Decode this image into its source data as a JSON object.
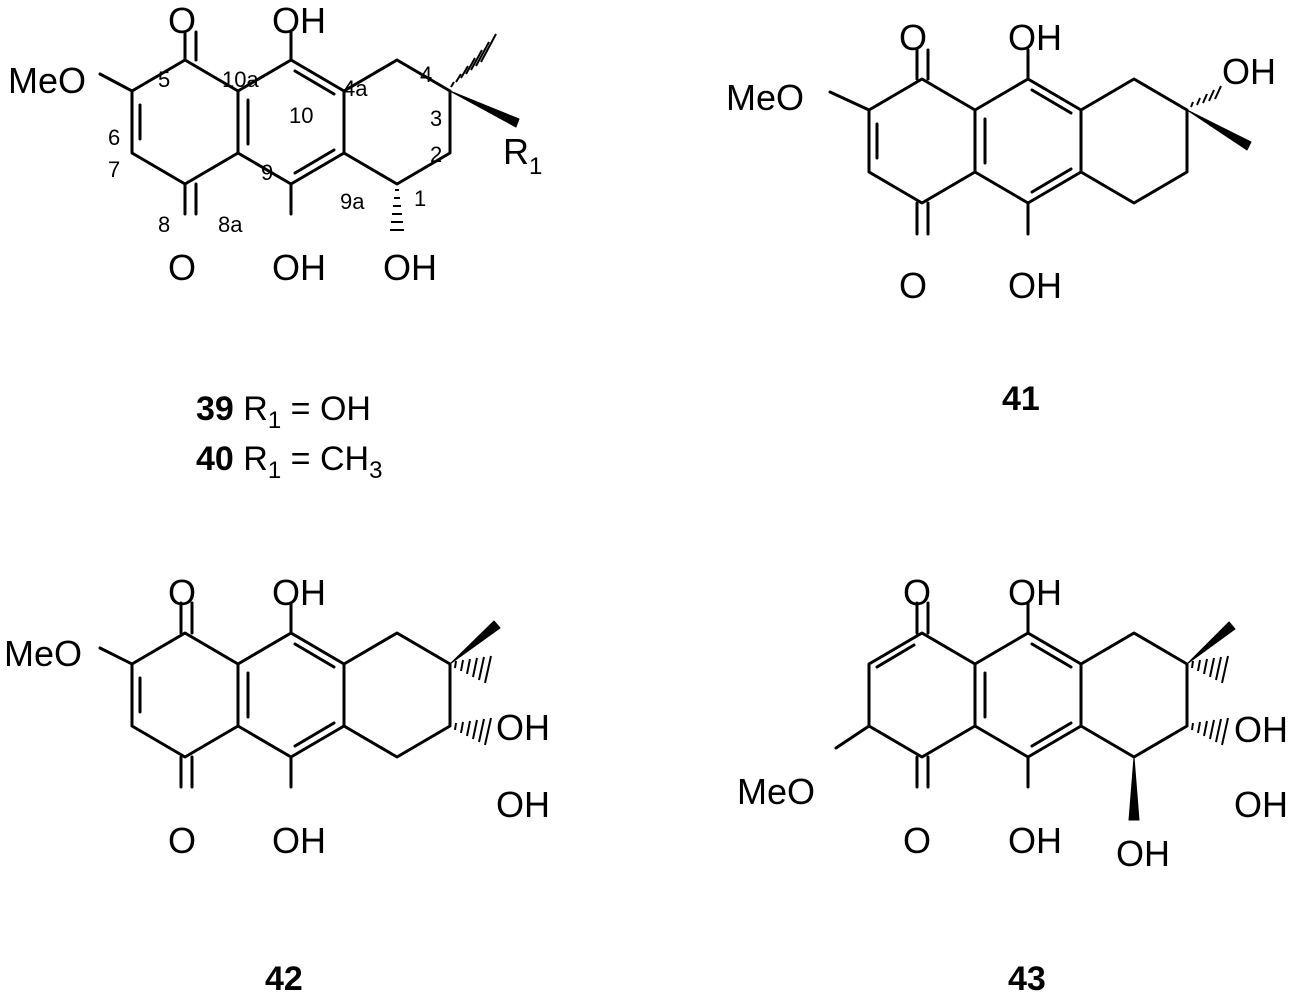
{
  "atoms": {
    "oxo": "O",
    "hydroxy": "OH",
    "methoxy": "MeO",
    "r1": "R",
    "r1_sub": "1"
  },
  "locants": [
    "5",
    "10a",
    "4a",
    "4",
    "10",
    "3",
    "6",
    "7",
    "2",
    "9",
    "9a",
    "8",
    "8a",
    "1"
  ],
  "compounds": {
    "c39": {
      "number": "39",
      "r": "R",
      "r_sub": "1",
      "rest": " = OH"
    },
    "c40": {
      "number": "40",
      "r": "R",
      "r_sub": "1",
      "rest": " = CH",
      "rest_sub": "3"
    },
    "c41": {
      "number": "41"
    },
    "c42": {
      "number": "42"
    },
    "c43": {
      "number": "43"
    }
  }
}
